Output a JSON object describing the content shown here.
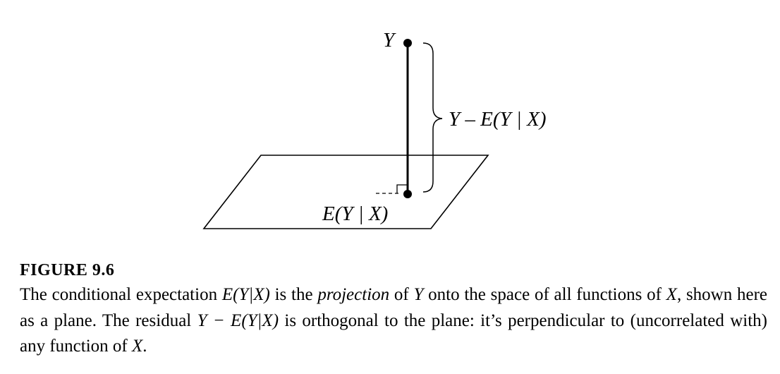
{
  "diagram": {
    "label_y": "Y",
    "label_residual": "Y – E(Y | X)",
    "label_projection": "E(Y | X)"
  },
  "caption": {
    "title": "FIGURE 9.6",
    "s1": "The conditional expectation ",
    "s2": "E(Y|X)",
    "s3": " is the ",
    "s4": "projection",
    "s5": " of ",
    "s6": "Y",
    "s7": " onto the space of all functions of ",
    "s8": "X",
    "s9": ", shown here as a plane. The residual ",
    "s10": "Y − E(Y|X)",
    "s11": " is orthogonal to the plane: it’s perpendicular to (uncorrelated with) any function of ",
    "s12": "X",
    "s13": "."
  }
}
